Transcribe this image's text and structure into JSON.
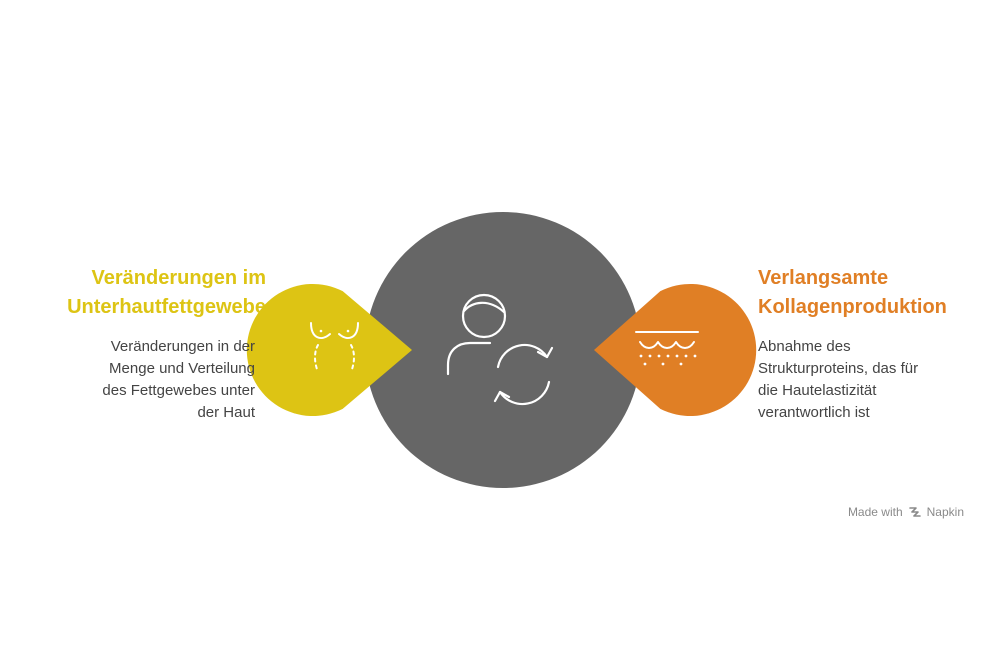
{
  "left": {
    "title_line1": "Veränderungen im",
    "title_line2": "Unterhautfettgewebe",
    "desc_line1": "Veränderungen in der",
    "desc_line2": "Menge und Verteilung",
    "desc_line3": "des Fettgewebes unter",
    "desc_line4": "der Haut",
    "color": "#ddc414",
    "icon": "body-fat-icon"
  },
  "center": {
    "color": "#666666",
    "icon": "person-cycle-icon"
  },
  "right": {
    "title_line1": "Verlangsamte",
    "title_line2": "Kollagenproduktion",
    "desc_line1": "Abnahme des",
    "desc_line2": "Strukturproteins, das für",
    "desc_line3": "die Hautelastizität",
    "desc_line4": "verantwortlich ist",
    "color": "#e07f25",
    "icon": "skin-layer-icon"
  },
  "footer": {
    "made_with": "Made with",
    "brand": "Napkin",
    "brand_icon": "napkin-logo-icon"
  }
}
